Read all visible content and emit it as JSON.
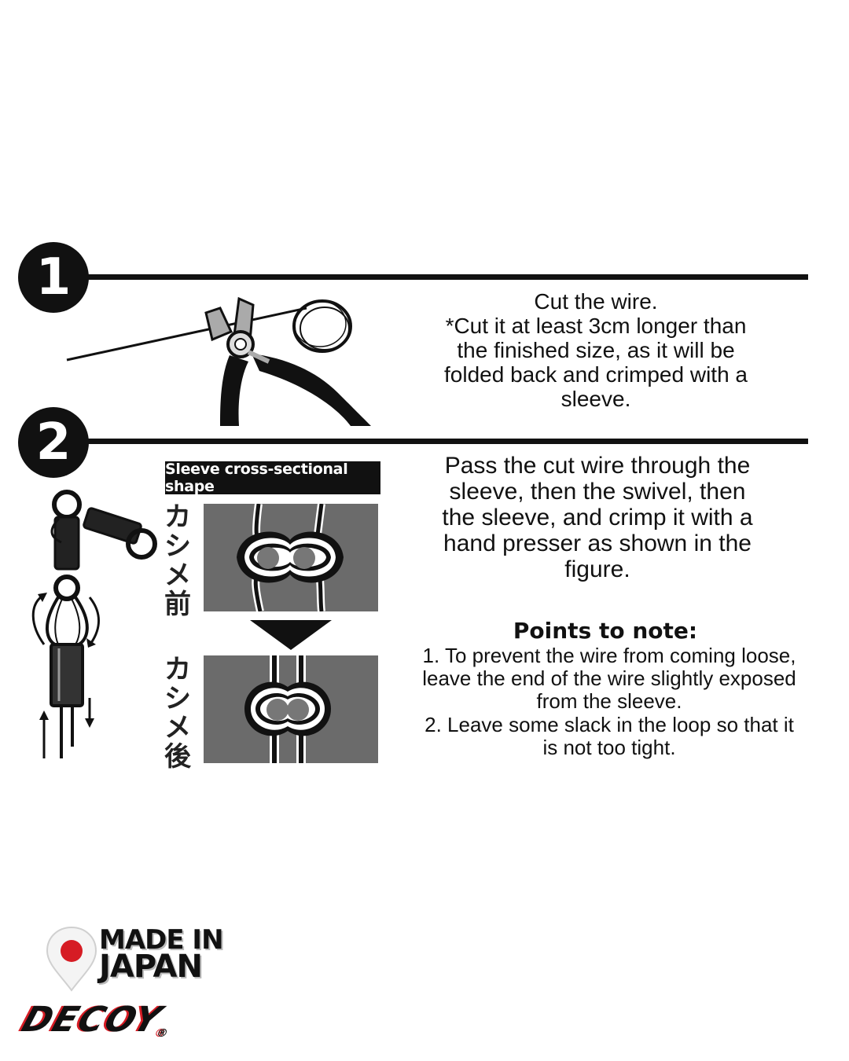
{
  "steps": [
    {
      "number": "1",
      "text_lines": [
        "Cut the wire.",
        "*Cut it at least 3cm longer than",
        "the finished size, as it will be",
        "folded back and crimped with a",
        "sleeve."
      ]
    },
    {
      "number": "2",
      "text_lines": [
        "Pass the cut wire through the",
        "sleeve, then the swivel, then",
        "the sleeve, and crimp it with a",
        "hand presser as shown in the",
        "figure."
      ]
    }
  ],
  "sleeve_section": {
    "header": "Sleeve cross-sectional shape",
    "before_label": "カシメ前",
    "after_label": "カシメ後"
  },
  "notes": {
    "title": "Points to note:",
    "lines": [
      "1. To prevent the wire from coming loose,",
      "leave the end of the wire slightly exposed",
      "from the sleeve.",
      " 2. Leave some slack in the loop so that it",
      "is not too tight."
    ]
  },
  "badge": {
    "line1": "MADE IN",
    "line2": "JAPAN",
    "icon": "japan-flag-pin-icon",
    "flag_color": "#d61c24"
  },
  "brand": {
    "name": "DECOY",
    "mark": "®",
    "accent_color": "#d61c24"
  },
  "colors": {
    "ink": "#111111",
    "panel_gray": "#6b6b6b"
  }
}
